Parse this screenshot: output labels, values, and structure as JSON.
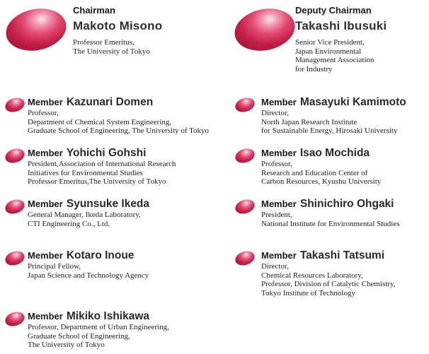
{
  "chairman": {
    "role": "Chairman",
    "name": "Makoto Misono",
    "desc": [
      "Professor Emeritus,",
      "The University of Tokyo"
    ]
  },
  "deputy": {
    "role": "Deputy Chairman",
    "name": "Takashi Ibusuki",
    "desc": [
      "Senior Vice President,",
      "Japan Environmental",
      "Management Association",
      "for Industry"
    ]
  },
  "members_left": [
    {
      "role": "Member",
      "name": "Kazunari Domen",
      "desc": [
        "Professor,",
        "Department of Chemical System Engineering,",
        "Graduate School of Engineering, The University of Tokyo"
      ]
    },
    {
      "role": "Member",
      "name": "Yohichi Gohshi",
      "desc": [
        "President,Association of International Research",
        "Initiatives for Environmental Studies",
        "Professor Emeritus,The University of Tokyo"
      ]
    },
    {
      "role": "Member",
      "name": "Syunsuke Ikeda",
      "desc": [
        "General Manager, Ikeda Laboratory,",
        "CTI Engineering Co., Ltd."
      ]
    },
    {
      "role": "Member",
      "name": "Kotaro Inoue",
      "desc": [
        "Principal Fellow,",
        "Japan Science and Technology Agency"
      ]
    },
    {
      "role": "Member",
      "name": "Mikiko Ishikawa",
      "desc": [
        "Professor, Department of Urban Engineering,",
        "Graduate School of Engineering,",
        "The University of Tokyo"
      ]
    }
  ],
  "members_right": [
    {
      "role": "Member",
      "name": "Masayuki Kamimoto",
      "desc": [
        "Director,",
        "North Japan Research Institute",
        "for Sustainable Energy, Hirosaki University"
      ]
    },
    {
      "role": "Member",
      "name": "Isao Mochida",
      "desc": [
        "Professor,",
        "Research and Education Center of",
        "Carbon Resources, Kyushu University"
      ]
    },
    {
      "role": "Member",
      "name": "Shinichiro Ohgaki",
      "desc": [
        "President,",
        "National Institute for Environmental Studies"
      ]
    },
    {
      "role": "Member",
      "name": "Takashi Tatsumi",
      "desc": [
        "Director,",
        "Chemical Resources Laboratory,",
        "Professor, Division of Catalytic Chemistry,",
        "Tokyo Institute of Technology"
      ]
    }
  ]
}
